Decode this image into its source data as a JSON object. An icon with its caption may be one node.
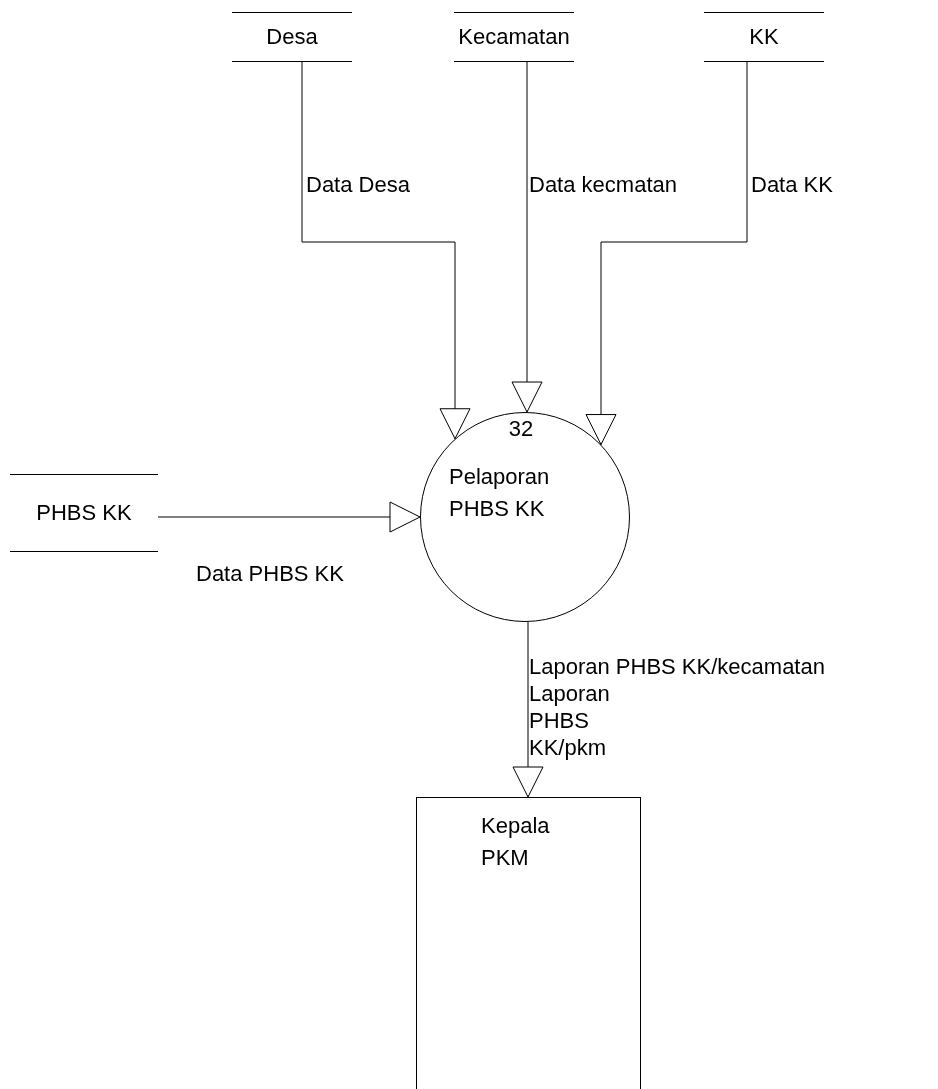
{
  "diagram": {
    "nodes": [
      {
        "text": [
          "Desa"
        ]
      },
      {
        "text": [
          "Kecamatan"
        ]
      },
      {
        "text": [
          "KK"
        ]
      },
      {
        "text": [
          "PHBS KK"
        ]
      },
      {
        "text": [
          "32",
          "Pelaporan PHBS KK"
        ]
      },
      {
        "text": [
          "Kepala PKM"
        ]
      }
    ],
    "edges": [
      {
        "from": 0,
        "to": 4,
        "arrow": "to",
        "label": "Data Desa"
      },
      {
        "from": 1,
        "to": 4,
        "arrow": "to",
        "label": "Data kecmatan"
      },
      {
        "from": 2,
        "to": 4,
        "arrow": "to",
        "label": "Data KK"
      },
      {
        "from": 3,
        "to": 4,
        "arrow": "to",
        "label": "Data PHBS KK"
      },
      {
        "from": 4,
        "to": 5,
        "arrow": "to",
        "label": "Laporan PHBS KK/kecamatan"
      }
    ],
    "labels": [
      "Laporan PHBS KK/pkm"
    ]
  }
}
